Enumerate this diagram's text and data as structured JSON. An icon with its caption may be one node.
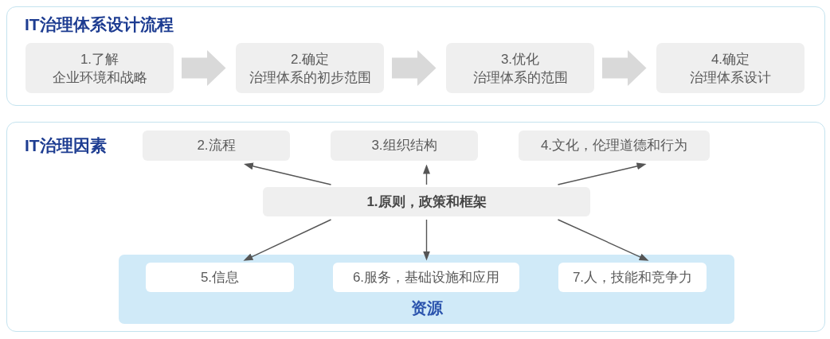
{
  "diagram": {
    "nodes": [
      {
        "text": [
          "IT治理体系设计流程"
        ]
      },
      {
        "text": [
          "1.了解",
          "企业环境和战略"
        ],
        "in": 0
      },
      {
        "text": [
          "2.确定",
          "治理体系的初步范围"
        ],
        "in": 0
      },
      {
        "text": [
          "3.优化",
          "治理体系的范围"
        ],
        "in": 0
      },
      {
        "text": [
          "4.确定",
          "治理体系设计"
        ],
        "in": 0
      },
      {
        "text": [
          "IT治理因素"
        ]
      },
      {
        "text": [
          "2.流程"
        ],
        "in": 5
      },
      {
        "text": [
          "3.组织结构"
        ],
        "in": 5
      },
      {
        "text": [
          "4.文化，伦理道德和行为"
        ],
        "in": 5
      },
      {
        "text": [
          "1.原则，政策和框架"
        ],
        "in": 5
      },
      {
        "text": [
          "资源"
        ],
        "in": 5
      },
      {
        "text": [
          "5.信息"
        ],
        "in": 10
      },
      {
        "text": [
          "6.服务，基础设施和应用"
        ],
        "in": 10
      },
      {
        "text": [
          "7.人，技能和竞争力"
        ],
        "in": 10
      }
    ],
    "edges": [
      {
        "from": 1,
        "to": 2,
        "arrow": "to",
        "style": "thick",
        "color": "#d9d9d9"
      },
      {
        "from": 2,
        "to": 3,
        "arrow": "to",
        "style": "thick",
        "color": "#d9d9d9"
      },
      {
        "from": 3,
        "to": 4,
        "arrow": "to",
        "style": "thick",
        "color": "#d9d9d9"
      },
      {
        "from": 9,
        "to": 6,
        "arrow": "to"
      },
      {
        "from": 9,
        "to": 7,
        "arrow": "to"
      },
      {
        "from": 9,
        "to": 8,
        "arrow": "to"
      },
      {
        "from": 9,
        "to": 11,
        "arrow": "to"
      },
      {
        "from": 9,
        "to": 12,
        "arrow": "to"
      },
      {
        "from": 9,
        "to": 13,
        "arrow": "to"
      }
    ]
  }
}
